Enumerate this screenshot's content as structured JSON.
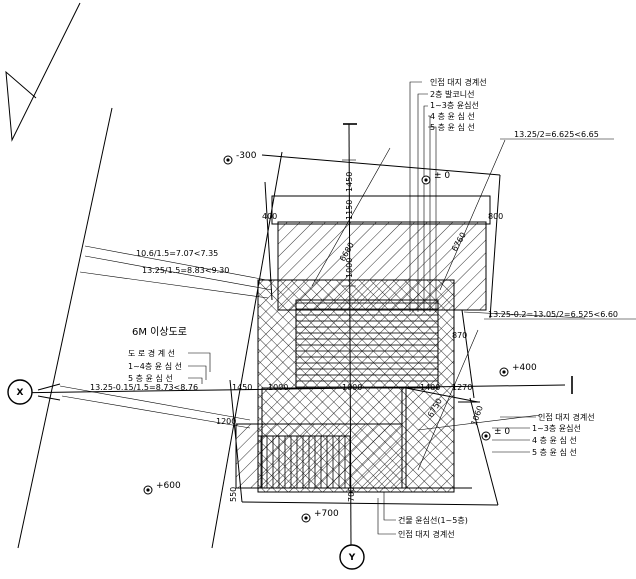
{
  "levels": {
    "top_left": "-300",
    "top_center": "± 0",
    "right_mid": "+400",
    "right_low": "± 0",
    "bottom_left": "+600",
    "bottom_center": "+700"
  },
  "axes": {
    "x": "X",
    "y": "Y"
  },
  "road_label": "6M 이상도로",
  "legend_top": [
    "인접 대지 경계선",
    "2층 발코니선",
    "1~3층 윤심선",
    "4 층 윤 심 선",
    "5 층 윤 심 선"
  ],
  "legend_left": [
    "도 로 경 계 선",
    "1~4층 윤 심 선",
    "5 층 윤 심 선"
  ],
  "legend_right": [
    "인접 대지 경계선",
    "1~3층 윤심선",
    "4 층 윤 심 선",
    "5 층 윤 심 선"
  ],
  "legend_bottom": [
    "건물 윤심선(1~5층)",
    "인접 대지 경계선"
  ],
  "calcs": {
    "c1": "10.6/1.5=7.07<7.35",
    "c2": "13.25/1.5=8.83<9.30",
    "c3": "13.25-0.15/1.5=8.73<8.76",
    "c4": "13.25/2=6.625<6.65",
    "c5": "13.25-0.2=13.05/2=6.525<6.60"
  },
  "dims": {
    "d1450": "1450",
    "d1150": "1150",
    "d400": "400",
    "d800": "800",
    "d1450b": "1450",
    "d1000": "1000",
    "d1000b": "1000",
    "d1400": "1400",
    "d1270": "1270",
    "d870": "870",
    "d1000c": "1000",
    "d1060": "1060",
    "d1200": "1200",
    "d550": "550",
    "d700": "700",
    "d6680": "6680",
    "d6760": "6760",
    "d6750": "6750"
  }
}
